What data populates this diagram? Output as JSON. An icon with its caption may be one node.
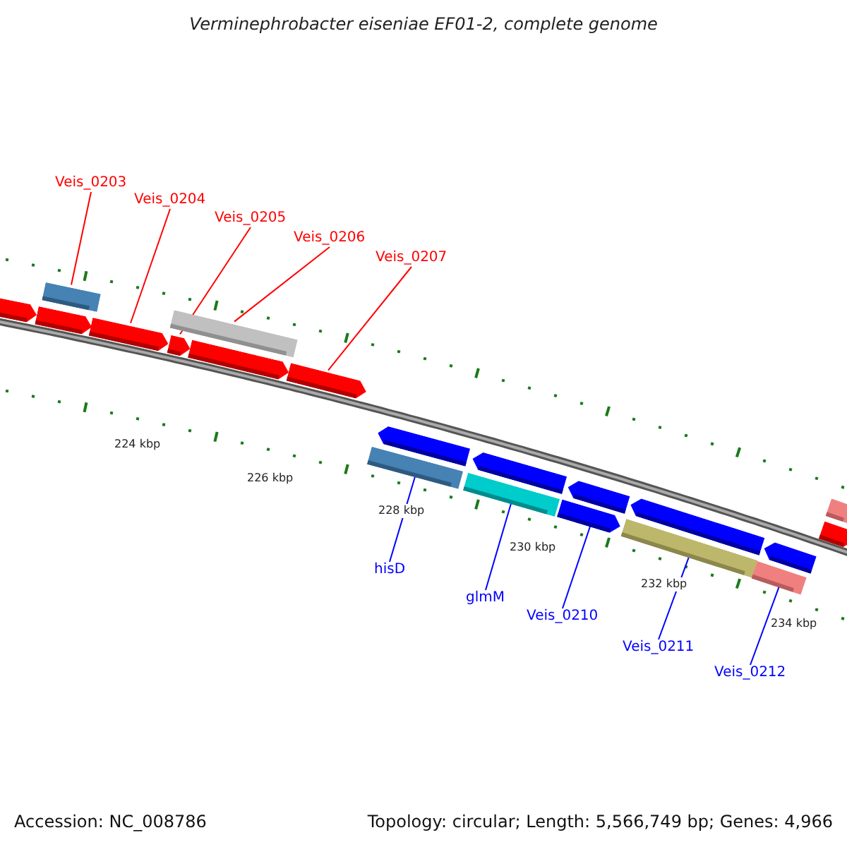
{
  "diagram": {
    "title": "Verminephrobacter eiseniae EF01-2, complete genome",
    "nodes": [
      {
        "text": [
          "Veis_0203"
        ]
      },
      {
        "text": [],
        "shape": "bar"
      },
      {
        "text": [
          "Veis_0204"
        ]
      },
      {
        "text": [],
        "shape": "bar"
      },
      {
        "text": [
          "Veis_0205"
        ]
      },
      {
        "text": [],
        "shape": "bar"
      },
      {
        "text": [
          "Veis_0206"
        ]
      },
      {
        "text": [],
        "shape": "bar"
      },
      {
        "text": [
          "Veis_0207"
        ]
      },
      {
        "text": [],
        "shape": "bar"
      },
      {
        "text": [],
        "shape": "bar"
      },
      {
        "text": [
          "hisD"
        ]
      },
      {
        "text": [],
        "shape": "bar"
      },
      {
        "text": [
          "glmM"
        ]
      },
      {
        "text": [],
        "shape": "bar"
      },
      {
        "text": [
          "Veis_0210"
        ]
      },
      {
        "text": [],
        "shape": "bar"
      },
      {
        "text": [
          "Veis_0211"
        ]
      },
      {
        "text": [],
        "shape": "bar"
      },
      {
        "text": [
          "Veis_0212"
        ]
      }
    ],
    "edges": [
      {
        "from": 0,
        "to": 1,
        "arrow": "none",
        "color": "#ff0000"
      },
      {
        "from": 2,
        "to": 3,
        "arrow": "none",
        "color": "#ff0000"
      },
      {
        "from": 4,
        "to": 5,
        "arrow": "none",
        "color": "#ff0000"
      },
      {
        "from": 6,
        "to": 7,
        "arrow": "none",
        "color": "#ff0000"
      },
      {
        "from": 8,
        "to": 9,
        "arrow": "none",
        "color": "#ff0000"
      },
      {
        "from": 11,
        "to": 10,
        "arrow": "none",
        "color": "#0000ff"
      },
      {
        "from": 13,
        "to": 12,
        "arrow": "none",
        "color": "#0000ff"
      },
      {
        "from": 15,
        "to": 14,
        "arrow": "none",
        "color": "#0000ff"
      },
      {
        "from": 17,
        "to": 16,
        "arrow": "none",
        "color": "#0000ff"
      },
      {
        "from": 19,
        "to": 18,
        "arrow": "none",
        "color": "#0000ff"
      }
    ],
    "labels": [
      "224 kbp",
      "226 kbp",
      "228 kbp",
      "230 kbp",
      "232 kbp",
      "234 kbp",
      "Accession: NC_008786",
      "Topology: circular; Length: 5,566,749 bp; Genes: 4,966"
    ]
  }
}
